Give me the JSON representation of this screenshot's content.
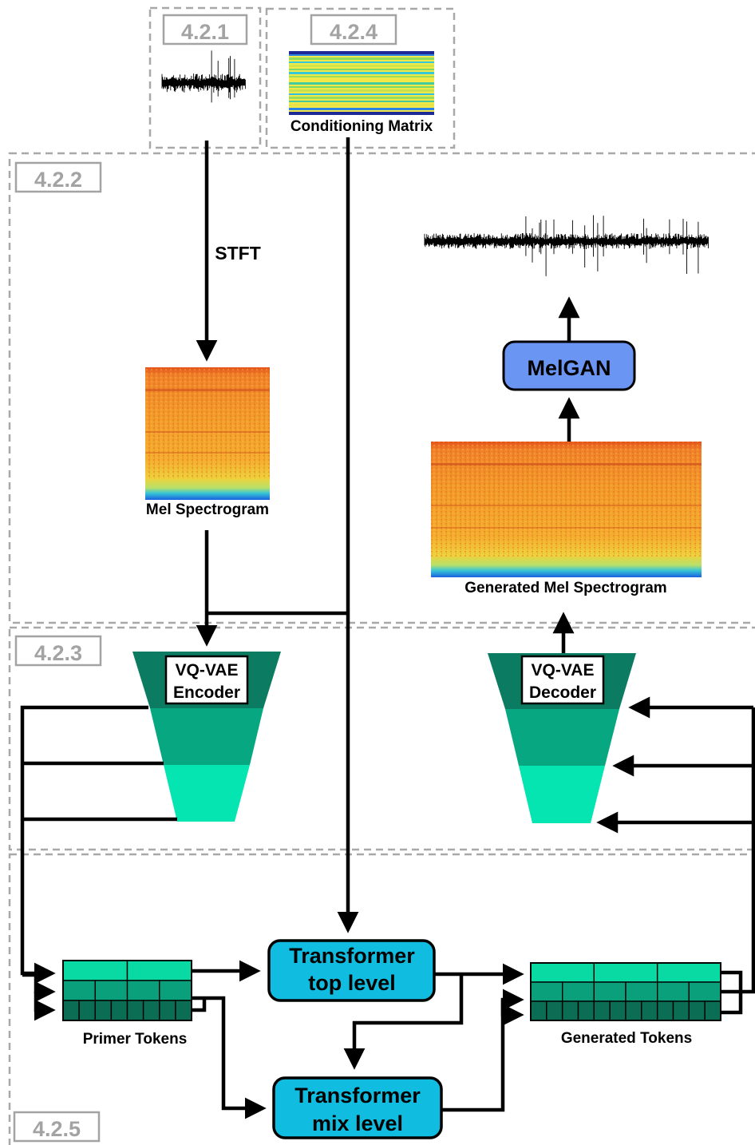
{
  "sections": {
    "s421": "4.2.1",
    "s424": "4.2.4",
    "s422": "4.2.2",
    "s423": "4.2.3",
    "s425": "4.2.5"
  },
  "labels": {
    "conditioning_matrix": "Conditioning Matrix",
    "stft": "STFT",
    "mel_spectrogram": "Mel Spectrogram",
    "generated_mel_spectrogram": "Generated Mel Spectrogram",
    "primer_tokens": "Primer Tokens",
    "generated_tokens": "Generated Tokens"
  },
  "blocks": {
    "melgan": "MelGAN",
    "encoder": {
      "line1": "VQ-VAE",
      "line2": "Encoder"
    },
    "decoder": {
      "line1": "VQ-VAE",
      "line2": "Decoder"
    },
    "transformer_top": {
      "line1": "Transformer",
      "line2": "top level"
    },
    "transformer_mix": {
      "line1": "Transformer",
      "line2": "mix level"
    }
  },
  "colors": {
    "section_border": "#a8a8a8",
    "section_label": "#a3a3a3",
    "melgan_fill": "#6b95f2",
    "transformer_fill": "#10bde0",
    "funnel_dark": "#0b7c61",
    "funnel_mid": "#07a781",
    "funnel_light": "#05e5b1",
    "token_light": "#09d9a3",
    "token_mid": "#0aa07b",
    "token_dark": "#0a6d54"
  }
}
